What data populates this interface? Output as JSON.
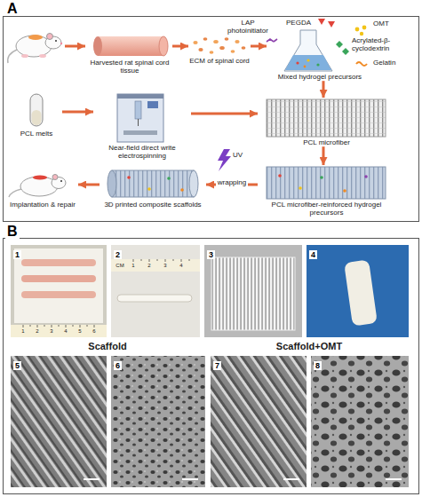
{
  "diagram": {
    "nodes": [
      {
        "text": [
          "A"
        ]
      },
      {
        "text": [
          "Harvested rat spinal cord tissue"
        ],
        "in": 0
      },
      {
        "text": [
          "ECM of spinal cord"
        ],
        "in": 0
      },
      {
        "text": [
          "Mixed hydrogel precursors"
        ],
        "in": 0
      },
      {
        "text": [
          "PCL melts"
        ],
        "in": 0
      },
      {
        "text": [
          "Near-field direct write electrospinning"
        ],
        "in": 0
      },
      {
        "text": [
          "PCL microfiber"
        ],
        "in": 0
      },
      {
        "text": [
          "PCL microfiber-reinforced hydrogel precursors"
        ],
        "in": 0
      },
      {
        "text": [
          "3D printed composite scaffolds"
        ],
        "in": 0
      },
      {
        "text": [
          "Implantation & repair"
        ],
        "in": 0
      },
      {
        "text": [
          "B"
        ]
      },
      {
        "text": [
          "1"
        ],
        "in": 10
      },
      {
        "text": [
          "2"
        ],
        "in": 10
      },
      {
        "text": [
          "3"
        ],
        "in": 10
      },
      {
        "text": [
          "4"
        ],
        "in": 10
      },
      {
        "text": [
          "5"
        ],
        "in": 10
      },
      {
        "text": [
          "6"
        ],
        "in": 10
      },
      {
        "text": [
          "7"
        ],
        "in": 10
      },
      {
        "text": [
          "8"
        ],
        "in": 10
      }
    ],
    "edges": [
      {
        "from": 1,
        "to": 2,
        "arrow": "to"
      },
      {
        "from": 2,
        "to": 3,
        "arrow": "to"
      },
      {
        "from": 3,
        "to": 6,
        "arrow": "to"
      },
      {
        "from": 4,
        "to": 5,
        "arrow": "to"
      },
      {
        "from": 5,
        "to": 6,
        "arrow": "to"
      },
      {
        "from": 6,
        "to": 7,
        "arrow": "to"
      },
      {
        "from": 7,
        "to": 8,
        "label": "wrapping",
        "arrow": "to"
      },
      {
        "from": 8,
        "to": 9,
        "arrow": "to"
      }
    ],
    "labels": [
      "PEGDA",
      "LAP photoinitiator",
      "OMT",
      "Acrylated-β-cyclodextrin",
      "Gelatin",
      "UV",
      "Scaffold",
      "Scaffold+OMT",
      "1",
      "2",
      "3",
      "4",
      "5",
      "6",
      "CM",
      "1",
      "2",
      "3",
      "4"
    ]
  }
}
